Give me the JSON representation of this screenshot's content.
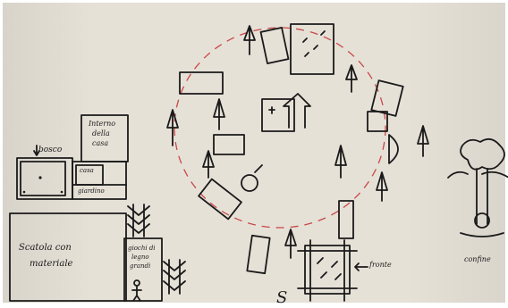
{
  "sketch": {
    "label_bosco": "bosco",
    "label_interno_line1": "Interno",
    "label_interno_line2": "della",
    "label_interno_line3": "casa",
    "label_casa": "casa",
    "label_giardino": "giardino",
    "label_scatola_line1": "Scatola con",
    "label_scatola_line2": "materiale",
    "label_giochi_line1": "giochi di",
    "label_giochi_line2": "legno",
    "label_giochi_line3": "grandi",
    "label_fronte": "fronte",
    "label_confine": "confine",
    "label_s": "S",
    "ink_color": "#1a1a1a",
    "dashed_circle_color": "#c84848",
    "paper_color": "#e6e1d7"
  }
}
